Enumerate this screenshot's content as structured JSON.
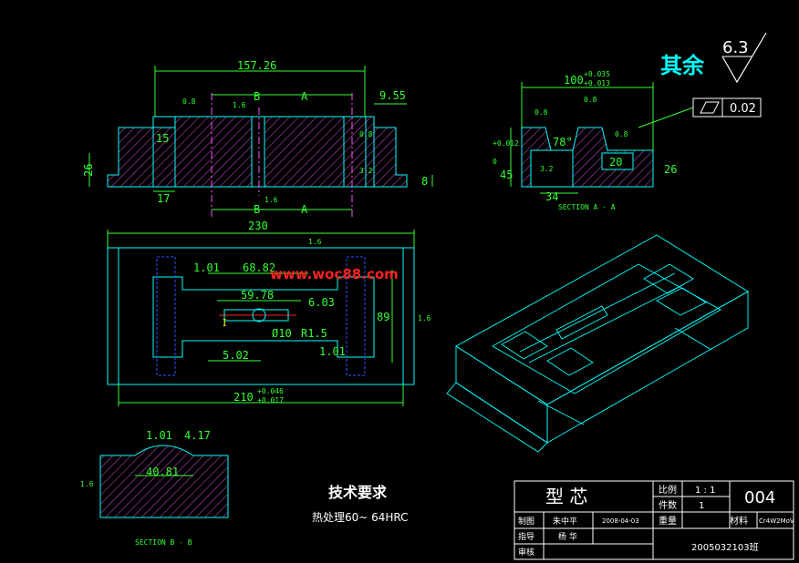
{
  "roughness": {
    "other_label": "其余",
    "other_value": "6.3",
    "small": "0.8",
    "mid": "1.6",
    "flatness": "0.02"
  },
  "front_view": {
    "width": "157.26",
    "side": "9.55",
    "left_h": "15",
    "base_h": "26",
    "bottom_w": "17",
    "right_h": "8",
    "mark_b": "B",
    "mark_a": "A"
  },
  "section_aa": {
    "width": "100",
    "tol_up": "+0.035",
    "tol_lo": "+0.013",
    "height": "45",
    "h_tol_up": "+0.012",
    "h_tol_lo": "0",
    "angle": "78°",
    "slot_w": "20",
    "right_h": "26",
    "bottom_w": "34",
    "caption": "SECTION  A - A"
  },
  "plan_view": {
    "overall_w": "230",
    "d1": "1.01",
    "d2": "68.82",
    "d3": "59.78",
    "d4": "6.03",
    "hole": "Ø10",
    "radius": "R1.5",
    "d5": "5.02",
    "d6": "1.01",
    "height": "89",
    "base_w": "210",
    "bw_tol_up": "+0.046",
    "bw_tol_lo": "+0.017",
    "mark_i": "I"
  },
  "section_bb": {
    "d1": "1.01",
    "d2": "4.17",
    "width": "40.81",
    "caption": "SECTION  B - B"
  },
  "watermark": "www.woc88.com",
  "notes": {
    "title": "技术要求",
    "line1": "热处理60~ 64HRC"
  },
  "title_block": {
    "part_name": "型  芯",
    "scale_label": "比例",
    "scale_value": "1 : 1",
    "qty_label": "件数",
    "qty_value": "1",
    "drawing_no": "004",
    "draw_label": "制图",
    "draw_name": "朱中平",
    "draw_date": "2008-04-03",
    "weight_label": "重量",
    "material_label": "材料",
    "material_value": "Cr4W2MoV",
    "guide_label": "指导",
    "guide_name": "杨  华",
    "review_label": "审核",
    "class_code": "2005032103班"
  },
  "colors": {
    "outline": "#00ffff",
    "dimension": "#33ff33",
    "hatch": "#cc44cc",
    "center": "#ff55ff",
    "watermark": "#ff2222",
    "text": "#ffffff"
  }
}
